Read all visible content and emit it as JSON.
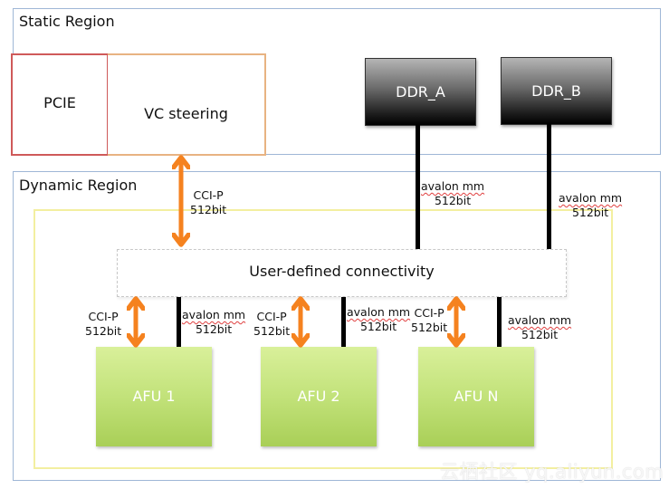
{
  "regions": {
    "static": {
      "title": "Static Region"
    },
    "dynamic": {
      "title": "Dynamic Region"
    }
  },
  "blocks": {
    "pcie": "PCIE",
    "vc_steering": "VC steering",
    "ddr_a": "DDR_A",
    "ddr_b": "DDR_B",
    "connectivity": "User-defined connectivity",
    "afus": [
      "AFU 1",
      "AFU 2",
      "AFU N"
    ]
  },
  "links": {
    "top_ccip": {
      "line1": "CCI-P",
      "line2": "512bit"
    },
    "ddr_a_avalon": {
      "line1": "avalon mm",
      "line2": "512bit"
    },
    "ddr_b_avalon": {
      "line1": "avalon mm",
      "line2": "512bit"
    },
    "afu1_ccip": {
      "line1": "CCI-P",
      "line2": "512bit"
    },
    "afu1_avalon": {
      "line1": "avalon mm",
      "line2": "512bit"
    },
    "afu2_ccip": {
      "line1": "CCI-P",
      "line2": "512bit"
    },
    "afu2_avalon": {
      "line1": "avalon mm",
      "line2": "512bit"
    },
    "afun_ccip": {
      "line1": "CCI-P",
      "line2": "512bit"
    },
    "afun_avalon": {
      "line1": "avalon mm",
      "line2": "512bit"
    }
  },
  "colors": {
    "ccip_arrow": "#f5821f",
    "avalon_line": "#000000",
    "region_border": "#9fb7d6",
    "afu_fill": "#c2e27a",
    "pcie_border": "#cf5a5a"
  },
  "watermark": "云栖社区 yq.aliyun.com"
}
